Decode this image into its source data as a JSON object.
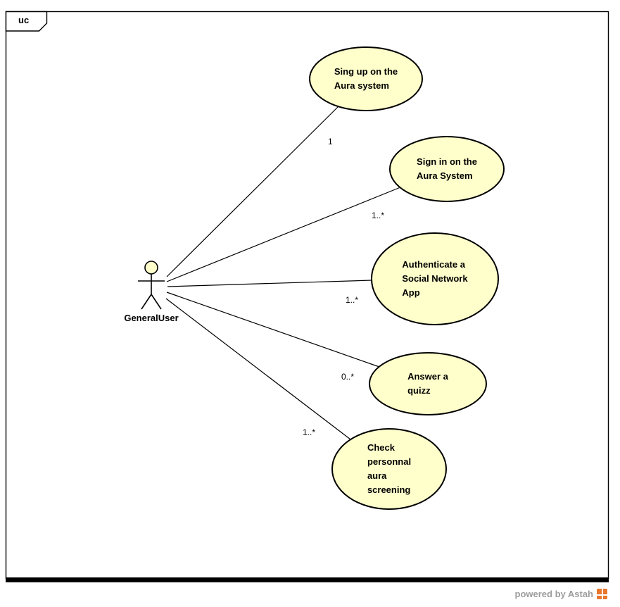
{
  "frame": {
    "tag": "uc"
  },
  "actor": {
    "name": "GeneralUser"
  },
  "use_cases": [
    {
      "id": "signup",
      "label": "Sing up on the\nAura system"
    },
    {
      "id": "signin",
      "label": "Sign in on the\nAura System"
    },
    {
      "id": "authenticate",
      "label": "Authenticate a\nSocial Network\nApp"
    },
    {
      "id": "quizz",
      "label": "Answer a\nquizz"
    },
    {
      "id": "screening",
      "label": "Check\npersonnal\naura\nscreening"
    }
  ],
  "associations": [
    {
      "from": "GeneralUser",
      "to": "Sing up on the Aura system",
      "multiplicity": "1"
    },
    {
      "from": "GeneralUser",
      "to": "Sign in on the Aura System",
      "multiplicity": "1..*"
    },
    {
      "from": "GeneralUser",
      "to": "Authenticate a Social Network App",
      "multiplicity": "1..*"
    },
    {
      "from": "GeneralUser",
      "to": "Answer a quizz",
      "multiplicity": "0..*"
    },
    {
      "from": "GeneralUser",
      "to": "Check personnal aura screening",
      "multiplicity": "1..*"
    }
  ],
  "footer": {
    "watermark": "powered by Astah"
  },
  "colors": {
    "use_case_fill": "#FFFFCC",
    "stroke": "#000000",
    "watermark_text": "#9C9C9C",
    "logo_orange": "#E8762C"
  }
}
